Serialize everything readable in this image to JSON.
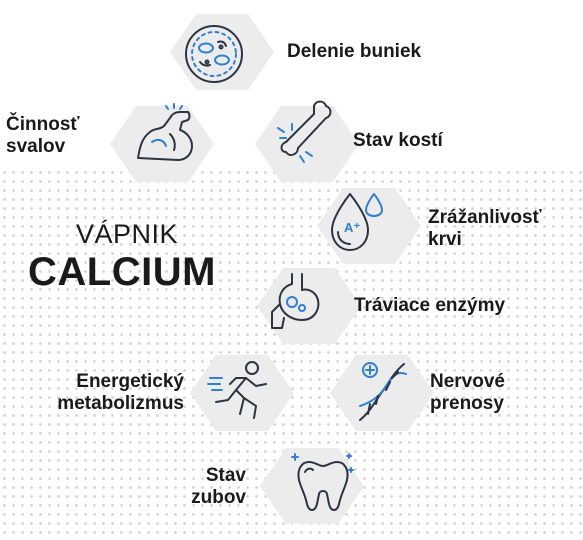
{
  "title": {
    "line1": "VÁPNIK",
    "line2": "CALCIUM"
  },
  "items": [
    {
      "label_lines": [
        "Delenie buniek"
      ],
      "icon": "cell-division-icon"
    },
    {
      "label_lines": [
        "Činnosť",
        "svalov"
      ],
      "icon": "muscle-arm-icon"
    },
    {
      "label_lines": [
        "Stav kostí"
      ],
      "icon": "bone-icon"
    },
    {
      "label_lines": [
        "Zrážanlivosť",
        "krvi"
      ],
      "icon": "blood-drop-icon"
    },
    {
      "label_lines": [
        "Tráviace enzýmy"
      ],
      "icon": "stomach-icon"
    },
    {
      "label_lines": [
        "Energetický",
        "metabolizmus"
      ],
      "icon": "running-person-icon"
    },
    {
      "label_lines": [
        "Nervové",
        "prenosy"
      ],
      "icon": "dna-icon"
    },
    {
      "label_lines": [
        "Stav",
        "zubov"
      ],
      "icon": "tooth-icon"
    }
  ],
  "colors": {
    "outline": "#2b3442",
    "accent": "#2f80d1",
    "hex": "#ececec",
    "dots": "#d2d2d2"
  },
  "icon_labels": {
    "blood_drop_text": "A⁺"
  }
}
